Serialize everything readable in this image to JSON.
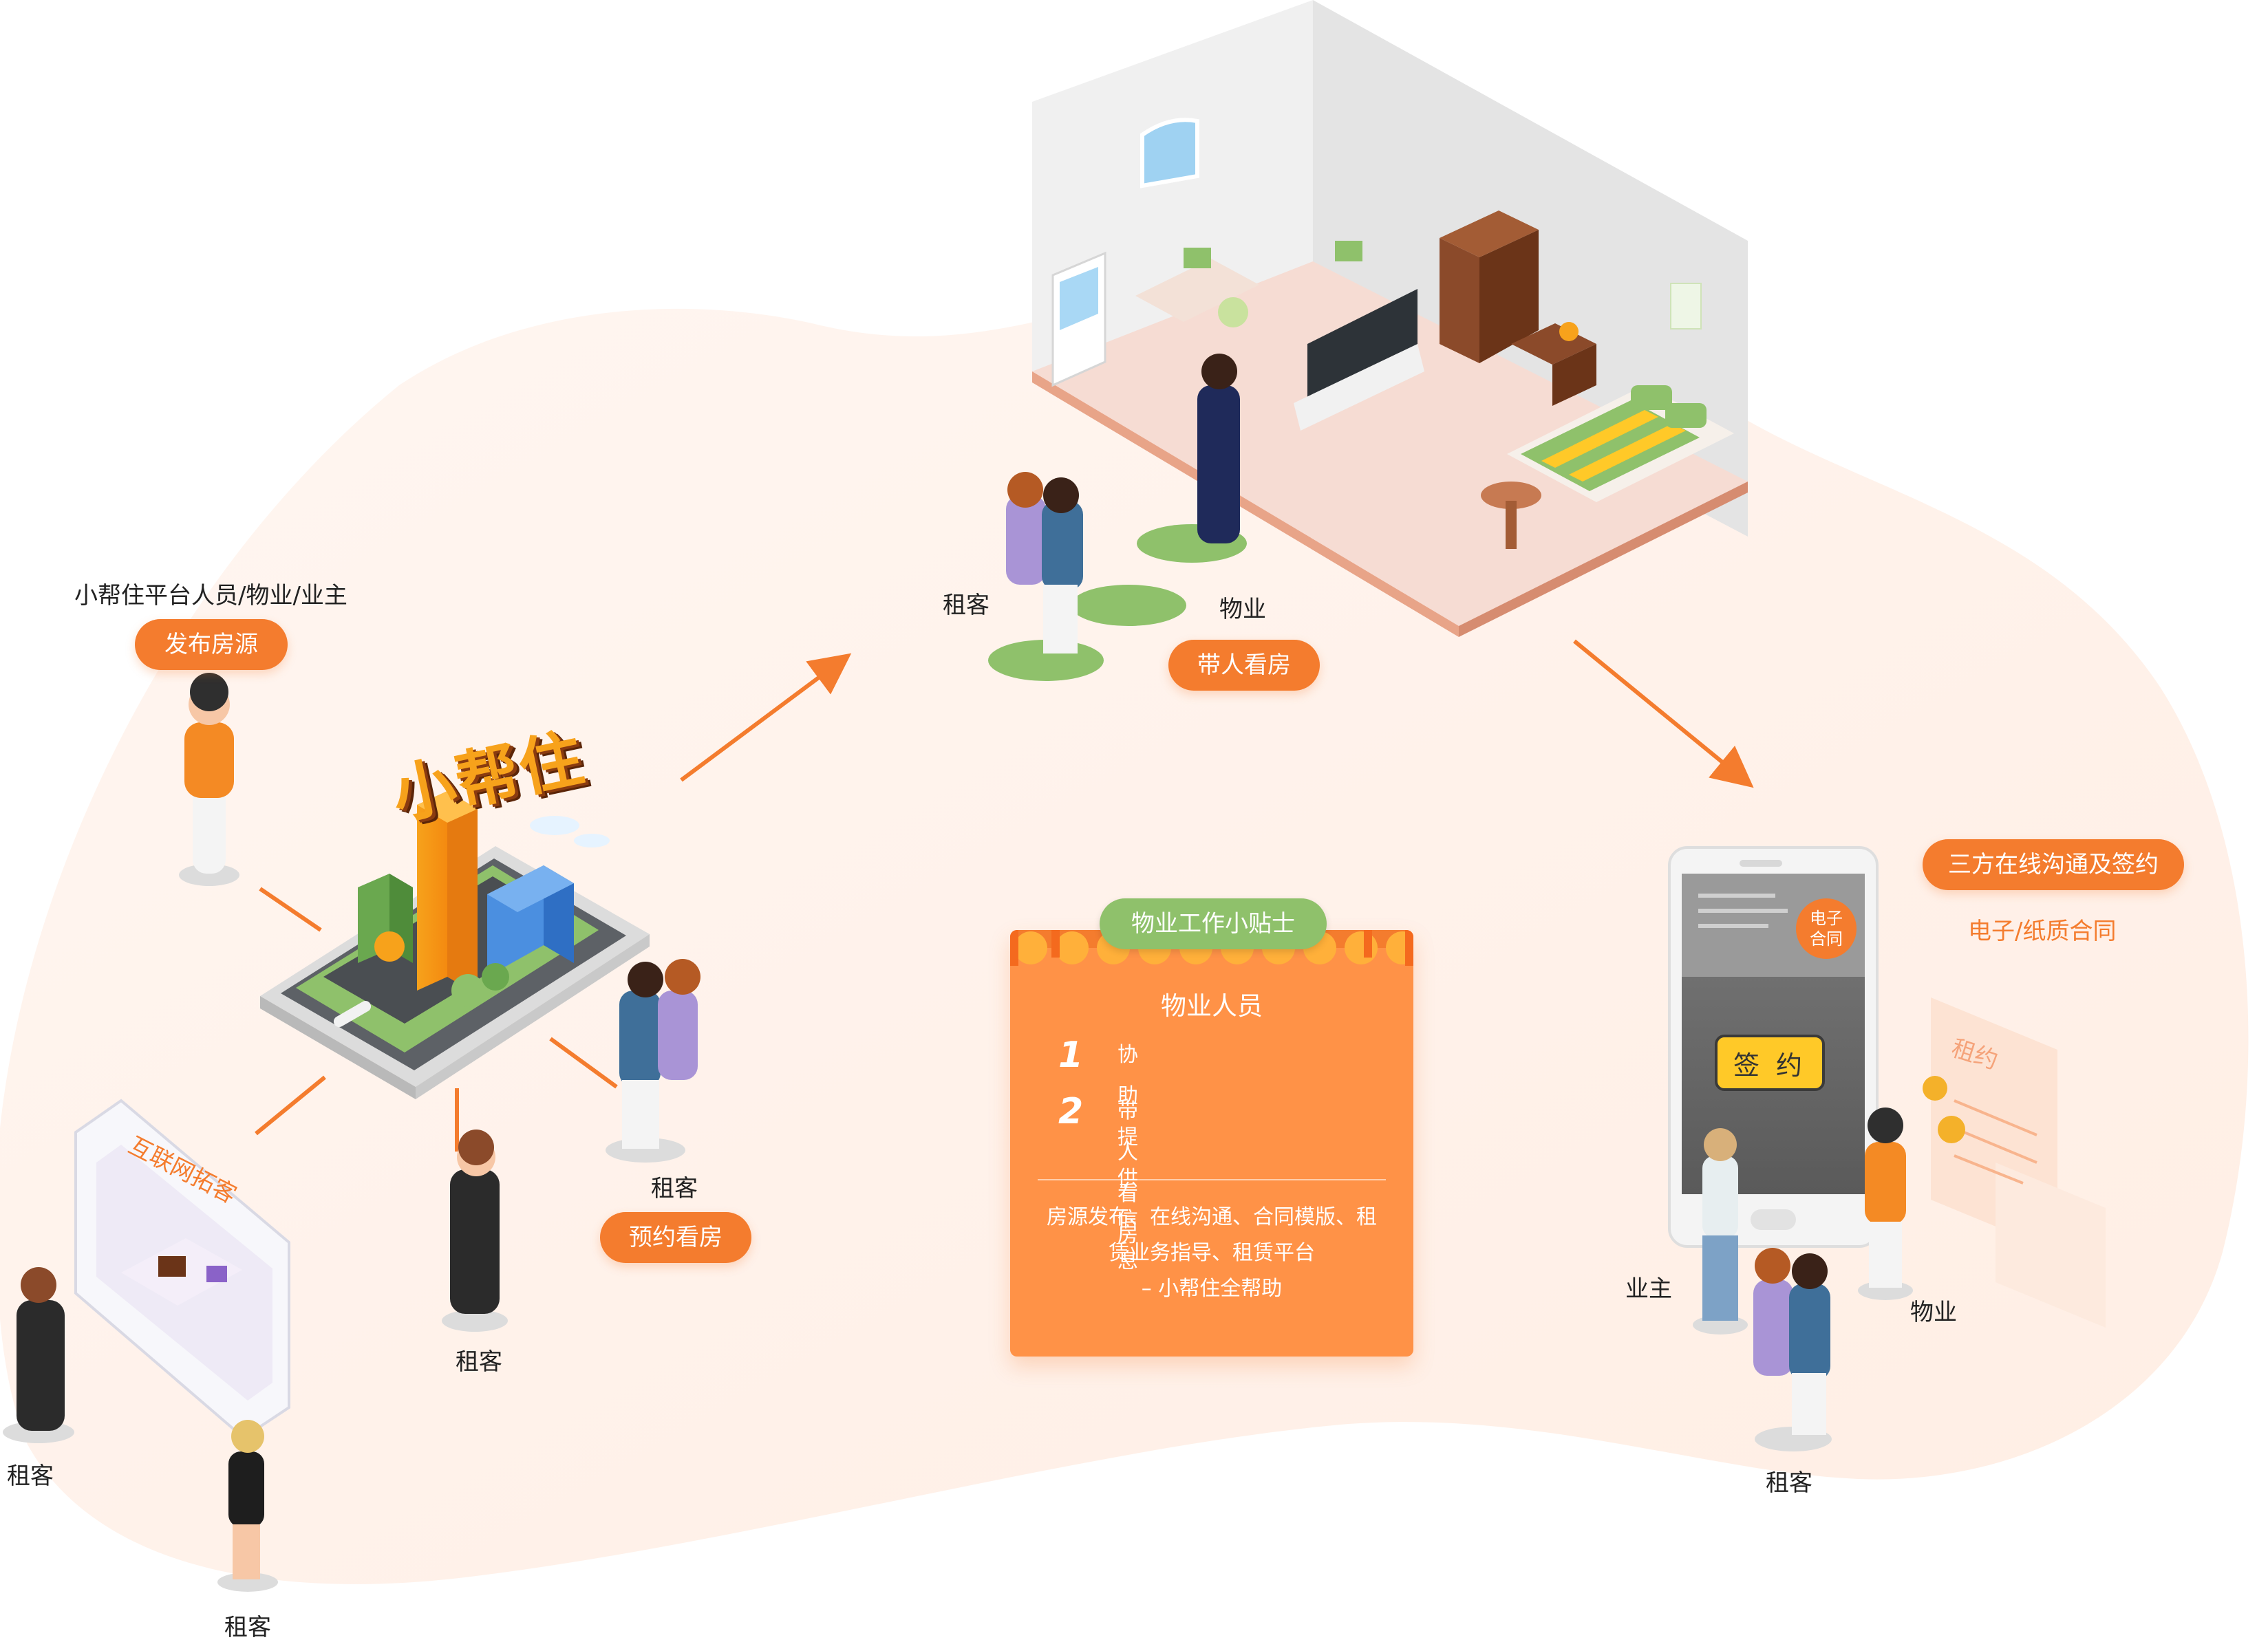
{
  "brand": {
    "name": "小帮住"
  },
  "publish": {
    "roles": "小帮住平台人员/物业/业主",
    "step": "发布房源"
  },
  "internet": {
    "label": "互联网拓客"
  },
  "tenants": {
    "label": "租客"
  },
  "appointment": {
    "step": "预约看房"
  },
  "viewing": {
    "tenant_label": "租客",
    "property_label": "物业",
    "step": "带人看房"
  },
  "signing": {
    "step": "三方在线沟通及签约",
    "contract_types": "电子/纸质合同",
    "phone_badge_line1": "电子",
    "phone_badge_line2": "合同",
    "sign_button": "签 约",
    "document_label": "租约",
    "owner_label": "业主",
    "property_label": "物业",
    "tenant_label": "租客"
  },
  "tips": {
    "title": "物业工作小贴士",
    "role": "物业人员",
    "items": [
      {
        "num": "1",
        "text": "协助提供信息"
      },
      {
        "num": "2",
        "text": "带人看房"
      }
    ],
    "desc_line1": "房源发布、在线沟通、合同模版、租",
    "desc_line2": "赁业务指导、租赁平台",
    "desc_line3": "– 小帮住全帮助"
  },
  "colors": {
    "accent": "#f47c2e",
    "tips_card": "#ff9247",
    "tips_title": "#8fc16b",
    "blob_background": "#fff1ea",
    "sign_button": "#ffc928"
  }
}
